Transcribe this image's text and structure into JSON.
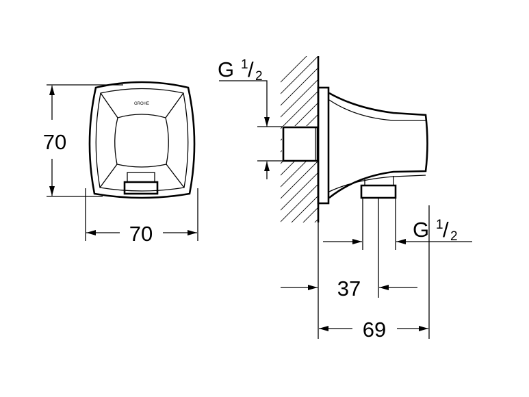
{
  "front_view": {
    "height_dim": "70",
    "width_dim": "70",
    "brand_mark": "GROHE"
  },
  "side_view": {
    "inlet_thread": {
      "g": "G",
      "num": "1",
      "den": "2"
    },
    "outlet_thread": {
      "g": "G",
      "num": "1",
      "den": "2"
    },
    "outlet_offset_dim": "37",
    "projection_dim": "69"
  }
}
